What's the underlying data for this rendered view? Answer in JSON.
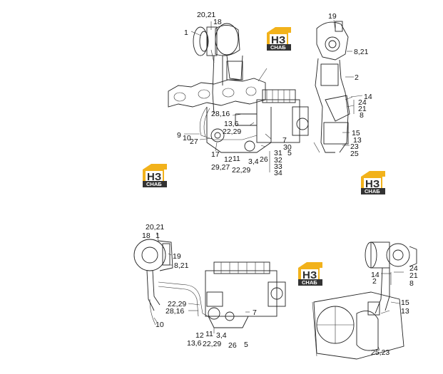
{
  "brand": {
    "logo_letters": "НЗ",
    "logo_caption": "СНАБ",
    "accent_color": "#f2b21b",
    "dark_color": "#333333"
  },
  "labels": {
    "top_left": {
      "l1": "1",
      "l20_21": "20,21",
      "l18": "18",
      "l28_16": "28,16",
      "l13_6": "13,6",
      "l22_29": "22,29",
      "l7": "7",
      "l30": "30",
      "l9": "9",
      "l10": "10",
      "l27": "27",
      "l17": "17",
      "l12": "12",
      "l11": "11",
      "l3_4": "3,4",
      "l26": "26",
      "l31": "31",
      "l5": "5",
      "l32": "32",
      "l33": "33",
      "l34": "34",
      "l29_27": "29,27",
      "l22_29b": "22,29"
    },
    "top_right": {
      "l19": "19",
      "l8_21": "8,21",
      "l2": "2",
      "l14": "14",
      "l24": "24",
      "l21": "21",
      "l8": "8",
      "l15": "15",
      "l13": "13",
      "l23": "23",
      "l25": "25"
    },
    "bottom_left": {
      "l20_21": "20,21",
      "l18": "18",
      "l1": "1",
      "l19": "19",
      "l8_21": "8,21",
      "l22_29": "22,29",
      "l28_16": "28,16",
      "l7": "7",
      "l10": "10",
      "l12": "12",
      "l11": "11",
      "l3_4": "3,4",
      "l13_6": "13,6",
      "l22_29b": "22,29",
      "l26": "26",
      "l5": "5"
    },
    "bottom_right": {
      "l24": "24",
      "l14": "14",
      "l21": "21",
      "l2": "2",
      "l8": "8",
      "l15": "15",
      "l13": "13",
      "l25_23": "25,23"
    }
  }
}
